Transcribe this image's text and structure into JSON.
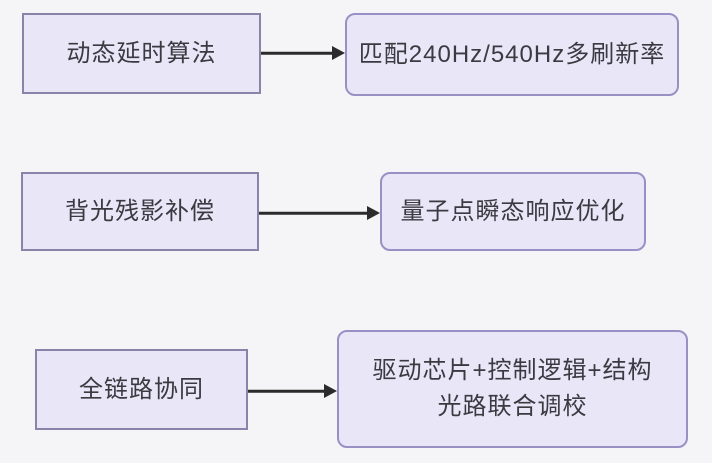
{
  "diagram": {
    "type": "flowchart",
    "background_color": "#f5f4f6",
    "node_fill_color": "#e9e6f8",
    "square_border_color": "#8a84ab",
    "rounded_border_color": "#9a90c6",
    "arrow_color": "#2b2b2b",
    "text_color": "#3a3a40",
    "rows": [
      {
        "source": "动态延时算法",
        "target": "匹配240Hz/540Hz多刷新率"
      },
      {
        "source": "背光残影补偿",
        "target": "量子点瞬态响应优化"
      },
      {
        "source": "全链路协同",
        "target": "驱动芯片+控制逻辑+结构光路联合调校"
      }
    ]
  }
}
